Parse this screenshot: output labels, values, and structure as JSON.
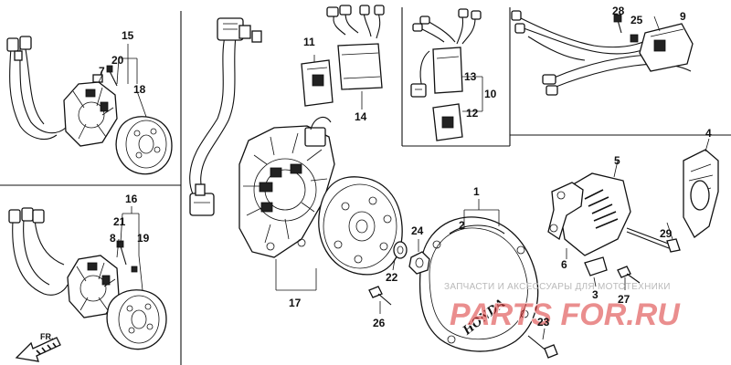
{
  "callouts": {
    "c1": "1",
    "c2": "2",
    "c3": "3",
    "c4": "4",
    "c5": "5",
    "c6": "6",
    "c7": "7",
    "c8": "8",
    "c9": "9",
    "c10": "10",
    "c11": "11",
    "c12": "12",
    "c13": "13",
    "c14": "14",
    "c15": "15",
    "c16": "16",
    "c17": "17",
    "c18": "18",
    "c19": "19",
    "c20": "20",
    "c21": "21",
    "c22": "22",
    "c23": "23",
    "c24": "24",
    "c25": "25",
    "c26": "26",
    "c27": "27",
    "c28": "28",
    "c29": "29"
  },
  "direction_label": "FR.",
  "cover_brand": "HONDA",
  "watermark": {
    "caption": "ЗАПЧАСТИ И АКСЕССУАРЫ ДЛЯ МОТОТЕХНИКИ",
    "site": "PARTS FOR.RU"
  }
}
